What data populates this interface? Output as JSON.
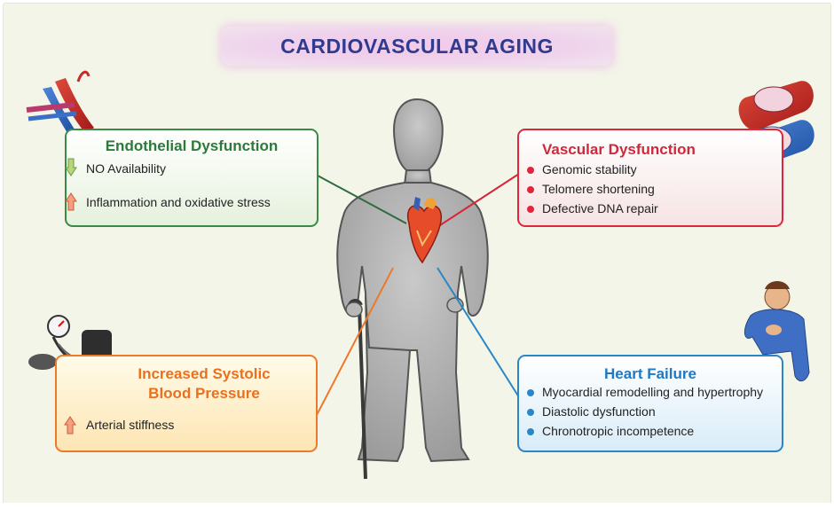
{
  "title": "CARDIOVASCULAR AGING",
  "endothelial": {
    "title": "Endothelial Dysfunction",
    "items": [
      {
        "direction": "down",
        "text": "NO Availability"
      },
      {
        "direction": "up",
        "text": "Inflammation and oxidative stress"
      }
    ]
  },
  "vascular": {
    "title": "Vascular Dysfunction",
    "items": [
      "Genomic stability",
      "Telomere shortening",
      "Defective DNA repair"
    ]
  },
  "systolic": {
    "title_line1": "Increased Systolic",
    "title_line2": "Blood Pressure",
    "items": [
      {
        "direction": "up",
        "text": "Arterial stiffness"
      }
    ]
  },
  "heart_failure": {
    "title": "Heart Failure",
    "items": [
      "Myocardial remodelling and hypertrophy",
      "Diastolic dysfunction",
      "Chronotropic incompetence"
    ]
  },
  "colors": {
    "green": "#3a8a45",
    "red": "#e0263a",
    "orange": "#ec7a2a",
    "blue": "#2a86c6",
    "title": "#2f3b8f",
    "figure": "#a8a8a8"
  }
}
